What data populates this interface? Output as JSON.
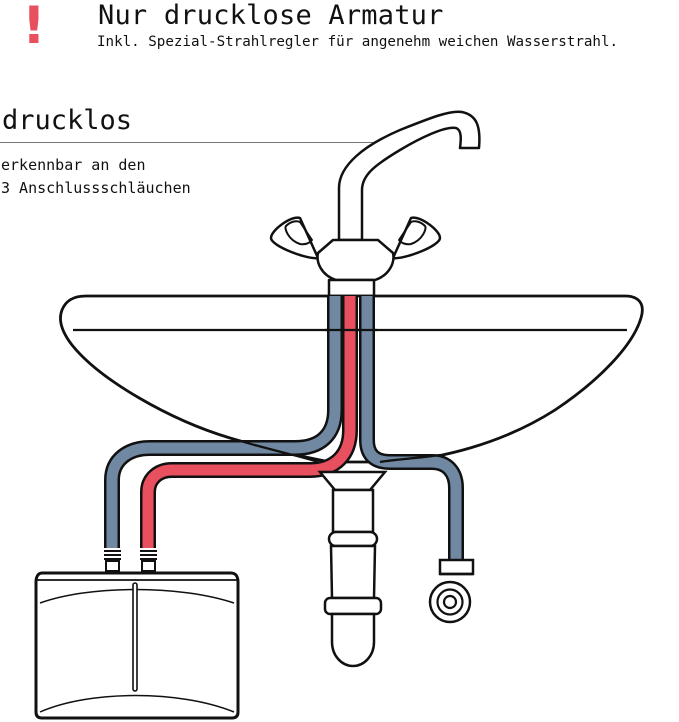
{
  "header": {
    "warning_icon": "!",
    "title": "Nur drucklose Armatur",
    "subtitle": "Inkl. Spezial-Strahlregler für angenehm weichen Wasserstrahl."
  },
  "callout": {
    "heading": "drucklos",
    "line1": "erkennbar an den",
    "line2": "3 Anschlussschläuchen"
  },
  "colors": {
    "accent_red": "#e8505f",
    "hose_cold": "#7088a2",
    "hose_hot": "#e8505f",
    "outline": "#111111",
    "callout_rule": "#777777"
  },
  "diagram": {
    "components": [
      "faucet",
      "sink-basin",
      "hose-cold-left",
      "hose-hot",
      "hose-cold-right",
      "water-heater",
      "drain-trap",
      "angle-valve"
    ]
  }
}
